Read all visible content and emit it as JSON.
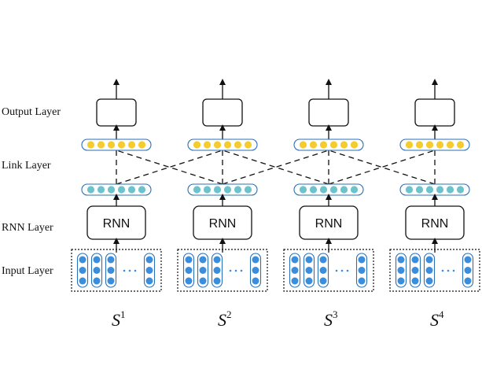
{
  "layer_labels": {
    "output": "Output Layer",
    "link": "Link Layer",
    "rnn": "RNN Layer",
    "input": "Input Layer"
  },
  "columns": [
    {
      "rnn_label": "RNN",
      "seq_base": "S",
      "seq_sup": "1"
    },
    {
      "rnn_label": "RNN",
      "seq_base": "S",
      "seq_sup": "2"
    },
    {
      "rnn_label": "RNN",
      "seq_base": "S",
      "seq_sup": "3"
    },
    {
      "rnn_label": "RNN",
      "seq_base": "S",
      "seq_sup": "4"
    }
  ],
  "colors": {
    "yellow_node": "#F5CC2E",
    "teal_node": "#6CC3CC",
    "blue_node": "#3B8EDB",
    "pill_border": "#2A6FB8",
    "ellipsis": "#3B8EDB",
    "line": "#111111"
  }
}
